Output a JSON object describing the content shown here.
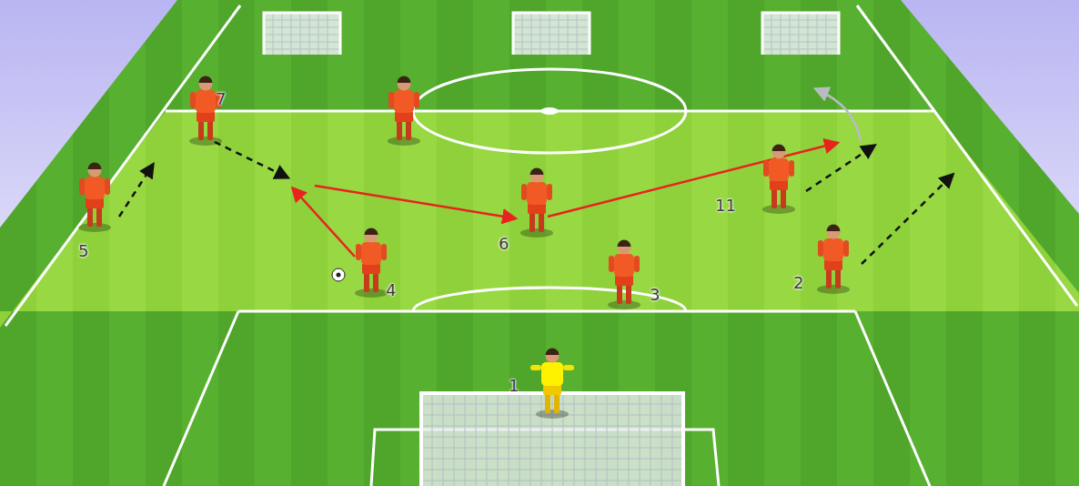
{
  "diagram": {
    "labels": [
      "7",
      "5",
      "11",
      "6",
      "4",
      "3",
      "2",
      "1"
    ]
  }
}
